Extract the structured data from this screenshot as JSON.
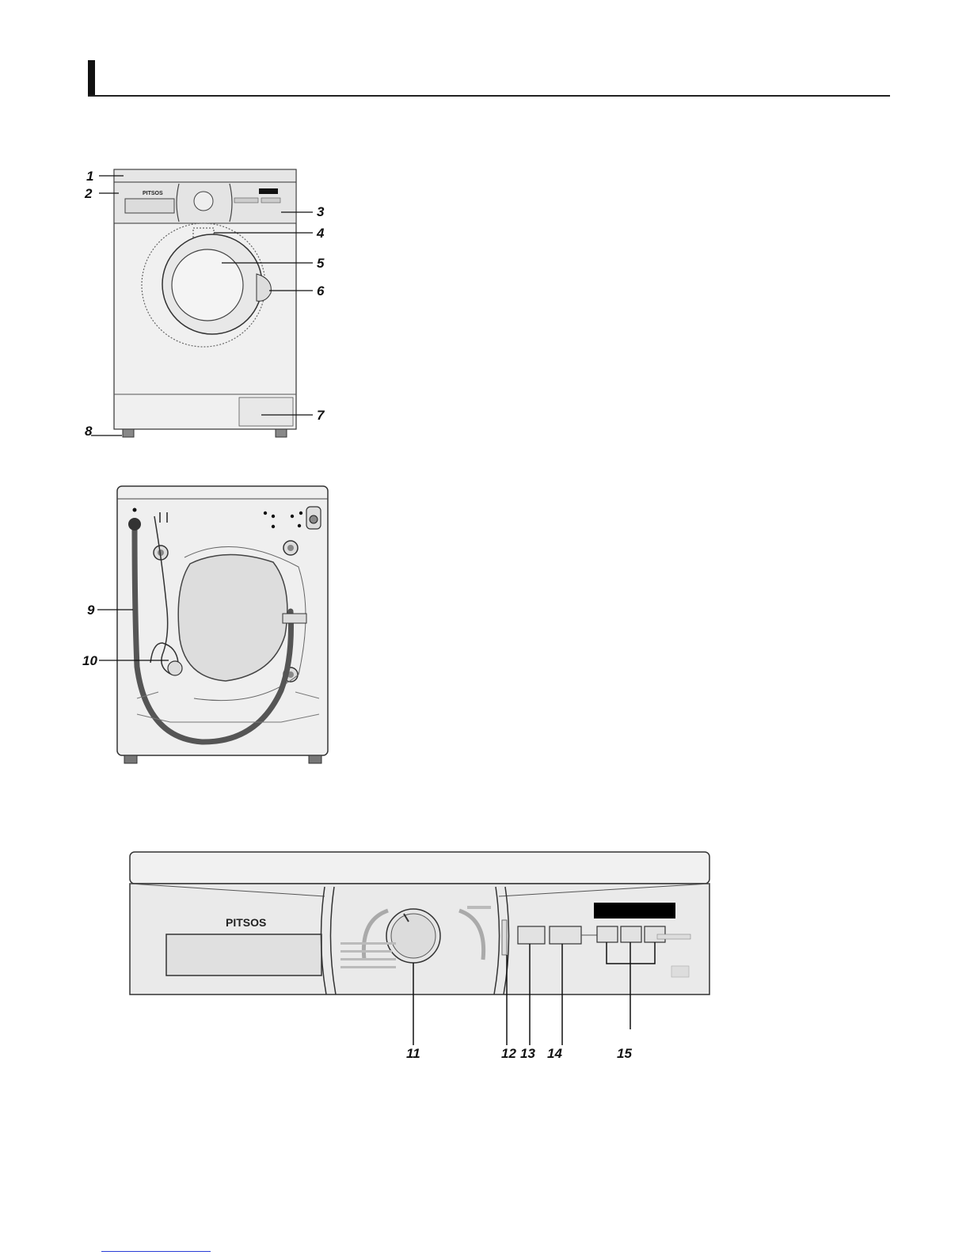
{
  "front_view": {
    "brand": "PITSOS",
    "callouts": [
      "1",
      "2",
      "3",
      "4",
      "5",
      "6",
      "7",
      "8"
    ]
  },
  "rear_view": {
    "callouts": [
      "9",
      "10"
    ]
  },
  "control_panel": {
    "brand": "PITSOS",
    "callouts": [
      "11",
      "12",
      "13",
      "14",
      "15"
    ]
  },
  "colors": {
    "line": "#222222",
    "panel": "#e8e8e8",
    "body": "#f0f0f0",
    "display": "#000000",
    "link": "#2a3cd6"
  }
}
